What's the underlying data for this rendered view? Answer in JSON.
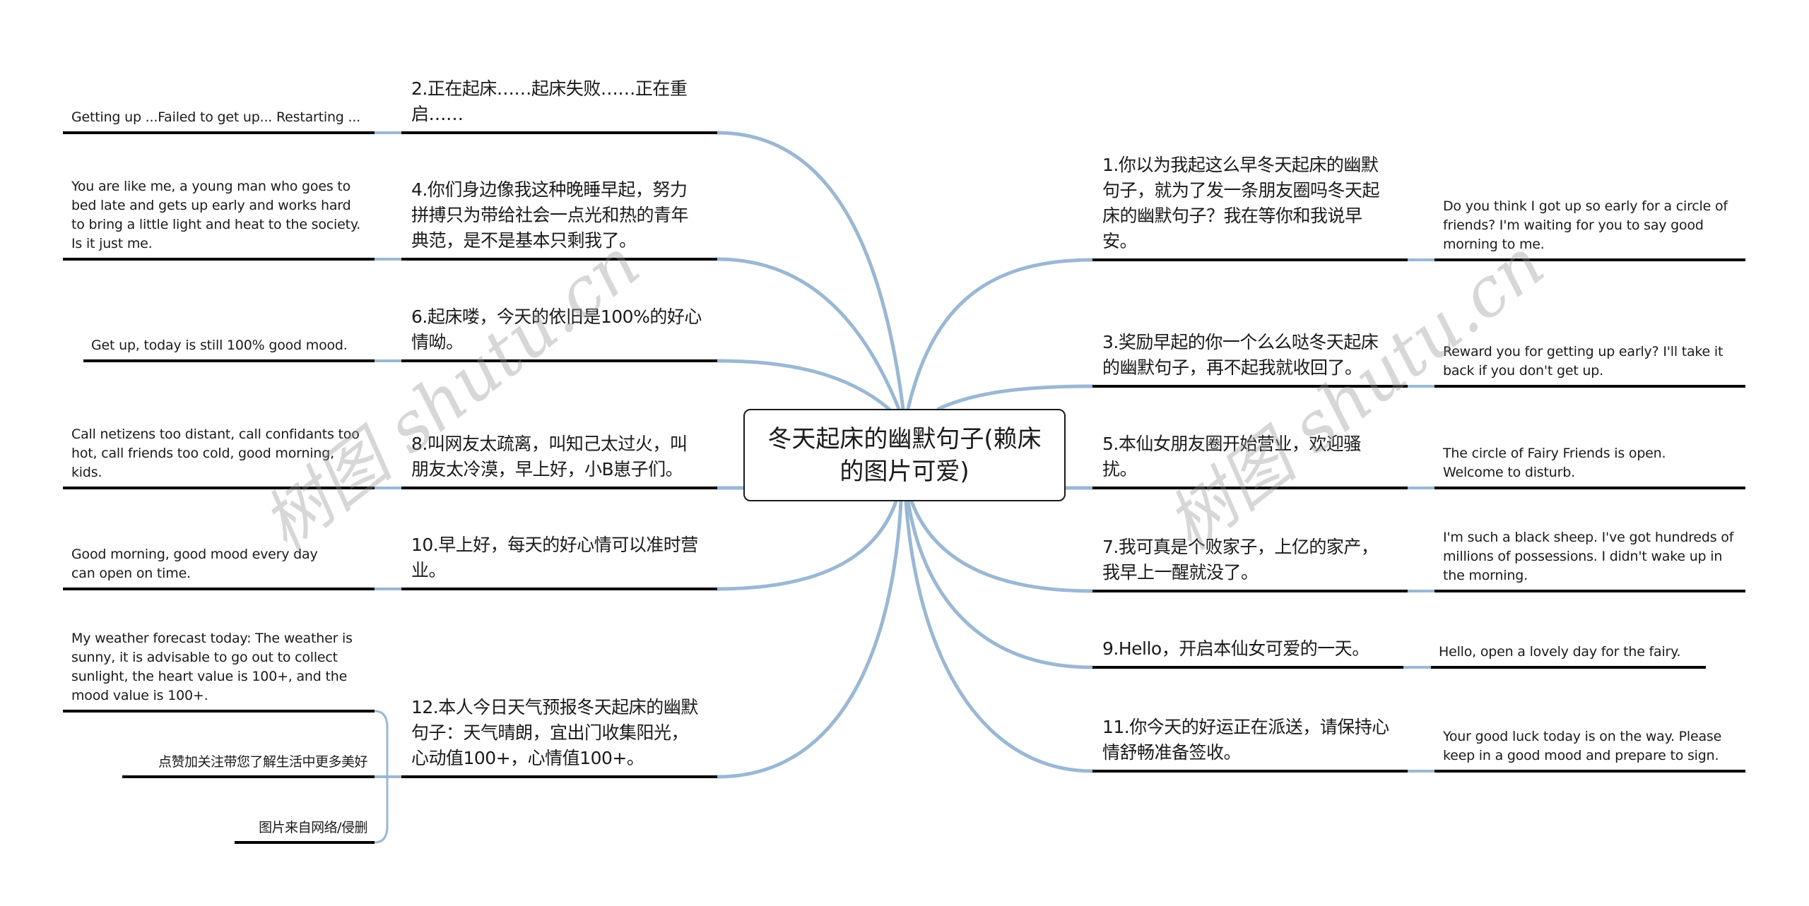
{
  "center": {
    "title": "冬天起床的幽默句子(赖床的图片可爱)"
  },
  "colors": {
    "connector": "#9ab8d4",
    "underline": "#000000",
    "text": "#1a1a1a",
    "watermark": "#c4c4c4"
  },
  "watermark": {
    "text": "树图 shutu.cn"
  },
  "left_branches": [
    {
      "zh": "2.正在起床……起床失败……正在重启……",
      "en": "Getting up ...Failed to get up... Restarting ..."
    },
    {
      "zh": "4.你们身边像我这种晚睡早起，努力拼搏只为带给社会一点光和热的青年典范，是不是基本只剩我了。",
      "en": "You are like me, a young man who goes to bed late and gets up early and works hard to bring a little light and heat to the society. Is it just me."
    },
    {
      "zh": "6.起床喽，今天的依旧是100%的好心情呦。",
      "en": "Get up, today is still 100% good mood."
    },
    {
      "zh": "8.叫网友太疏离，叫知己太过火，叫朋友太冷漠，早上好，小B崽子们。",
      "en": "Call netizens too distant, call confidants too hot, call friends too cold, good morning, kids."
    },
    {
      "zh": "10.早上好，每天的好心情可以准时营业。",
      "en": "Good morning, good mood every day can open on time."
    },
    {
      "zh": "12.本人今日天气预报冬天起床的幽默句子：天气晴朗，宜出门收集阳光，心动值100+，心情值100+。",
      "en": "My weather forecast today: The weather is sunny, it is advisable to go out to collect sunlight, the heart value is 100+, and the mood value is 100+.",
      "extra": [
        "点赞加关注带您了解生活中更多美好",
        "图片来自网络/侵删"
      ]
    }
  ],
  "right_branches": [
    {
      "zh": "1.你以为我起这么早冬天起床的幽默句子，就为了发一条朋友圈吗冬天起床的幽默句子？我在等你和我说早安。",
      "en": "Do you think I got up so early for a circle of friends? I'm waiting for you to say good morning to me."
    },
    {
      "zh": "3.奖励早起的你一个么么哒冬天起床的幽默句子，再不起我就收回了。",
      "en": "Reward you for getting up early? I'll take it back if you don't get up."
    },
    {
      "zh": "5.本仙女朋友圈开始营业，欢迎骚扰。",
      "en": "The circle of Fairy Friends is open. Welcome to disturb."
    },
    {
      "zh": "7.我可真是个败家子，上亿的家产，我早上一醒就没了。",
      "en": "I'm such a black sheep. I've got hundreds of millions of possessions. I didn't wake up in the morning."
    },
    {
      "zh": "9.Hello，开启本仙女可爱的一天。",
      "en": "Hello, open a lovely day for the fairy."
    },
    {
      "zh": "11.你今天的好运正在派送，请保持心情舒畅准备签收。",
      "en": "Your good luck today is on the way. Please keep in a good mood and prepare to sign."
    }
  ]
}
